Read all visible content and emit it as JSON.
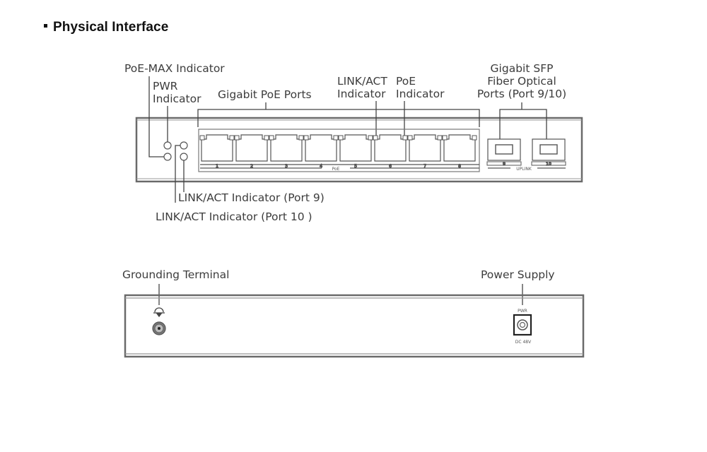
{
  "heading": "Physical Interface",
  "front_panel": {
    "labels": {
      "poe_max_indicator": "PoE-MAX Indicator",
      "pwr_indicator_line1": "PWR",
      "pwr_indicator_line2": "Indicator",
      "gigabit_poe_ports": "Gigabit PoE Ports",
      "link_act_indicator_line1": "LINK/ACT",
      "link_act_indicator_line2": "Indicator",
      "poe_indicator_line1": "PoE",
      "poe_indicator_line2": "Indicator",
      "sfp_line1": "Gigabit SFP",
      "sfp_line2": "Fiber Optical",
      "sfp_line3": "Ports (Port 9/10)",
      "link_act_port9": "LINK/ACT Indicator (Port 9)",
      "link_act_port10": "LINK/ACT Indicator (Port 10 )"
    },
    "rj45_ports": [
      "1",
      "2",
      "3",
      "4",
      "5",
      "6",
      "7",
      "8"
    ],
    "rj45_group_label": "PoE",
    "sfp_ports": [
      "9",
      "10"
    ],
    "sfp_group_label": "UPLINK"
  },
  "rear_panel": {
    "labels": {
      "grounding_terminal": "Grounding Terminal",
      "power_supply": "Power Supply"
    },
    "pwr_label": "PWR",
    "dc_label": "DC 48V"
  }
}
